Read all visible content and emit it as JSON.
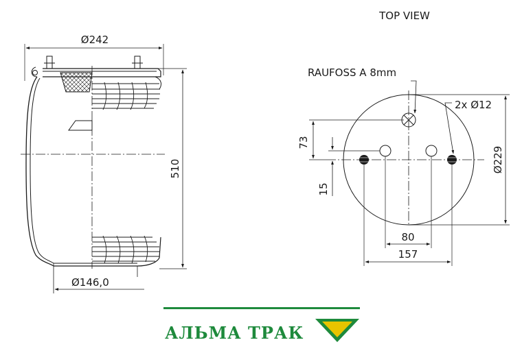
{
  "side_view": {
    "top_diameter": "Ø242",
    "height": "510",
    "bottom_diameter": "Ø146,0"
  },
  "top_view": {
    "title": "TOP VIEW",
    "fitting_label": "RAUFOSS A 8mm",
    "bolt_label": "2x Ø12",
    "offset_label": "73",
    "spacing_label": "15",
    "diameter_label": "Ø229",
    "inner_spacing": "80",
    "outer_spacing": "157"
  },
  "brand": {
    "name": "АЛЬМА ТРАК",
    "accent_color": "#1e8a3c",
    "logo_color": "#e8c400"
  }
}
